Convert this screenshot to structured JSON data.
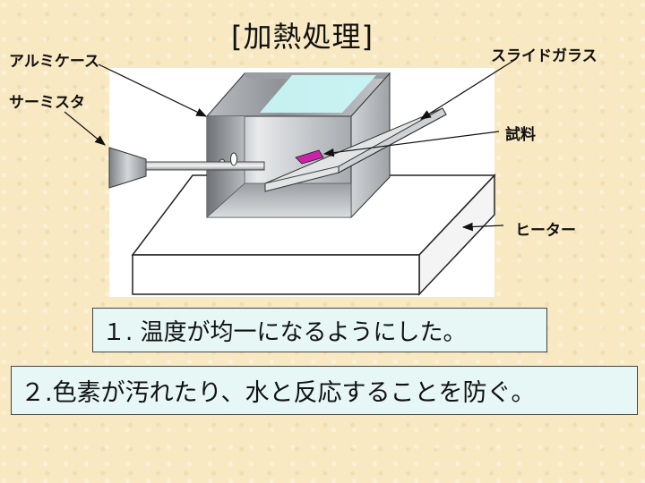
{
  "title": "[加熱処理]",
  "labels": {
    "aluminum_case": "アルミケース",
    "thermistor": "サーミスタ",
    "slide_glass": "スライドガラス",
    "sample": "試料",
    "heater": "ヒーター"
  },
  "notes": [
    "１. 温度が均一になるようにした。",
    "２.色素が汚れたり、水と反応することを防ぐ。"
  ],
  "colors": {
    "background": "#f8e9c2",
    "box_fill": "#e6f7f6",
    "sample_fill": "#cc22aa",
    "case_opening": "#c9f5f5"
  }
}
